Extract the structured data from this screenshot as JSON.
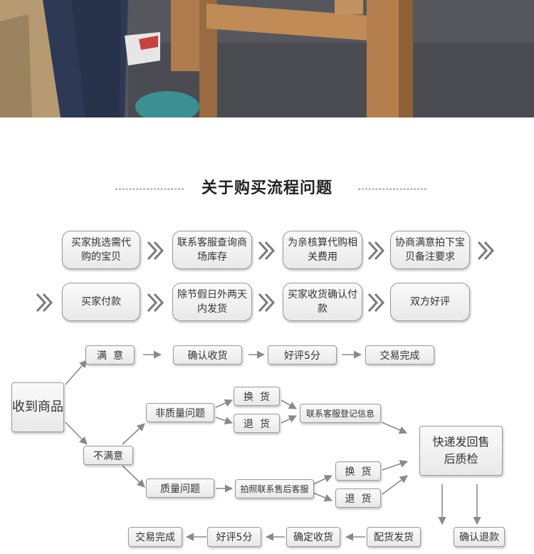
{
  "header": {
    "title": "关于购买流程问题"
  },
  "steps_row1": [
    "买家挑选需代购的宝贝",
    "联系客服查询商场库存",
    "为亲核算代购相关费用",
    "协商满意拍下宝贝备注要求"
  ],
  "steps_row2": [
    "买家付款",
    "除节假日外两天内发货",
    "买家收货确认付款",
    "双方好评"
  ],
  "flow": {
    "received": "收到商品",
    "satisfied": "满  意",
    "confirm_receipt_1": "确认收货",
    "good_review_1": "好评5分",
    "deal_done_1": "交易完成",
    "not_satisfied": "不满意",
    "non_quality": "非质量问题",
    "exchange_1": "换  货",
    "return_1": "退  货",
    "contact_cs": "联系客服登记信息",
    "quality": "质量问题",
    "photo_contact": "拍照联系售后客服",
    "exchange_2": "换  货",
    "return_2": "退  货",
    "express_back": "快递发回售后质检",
    "confirm_refund": "确认退款",
    "ship_goods": "配货发货",
    "confirm_receipt_2": "确定收货",
    "good_review_2": "好评5分",
    "deal_done_2": "交易完成"
  }
}
